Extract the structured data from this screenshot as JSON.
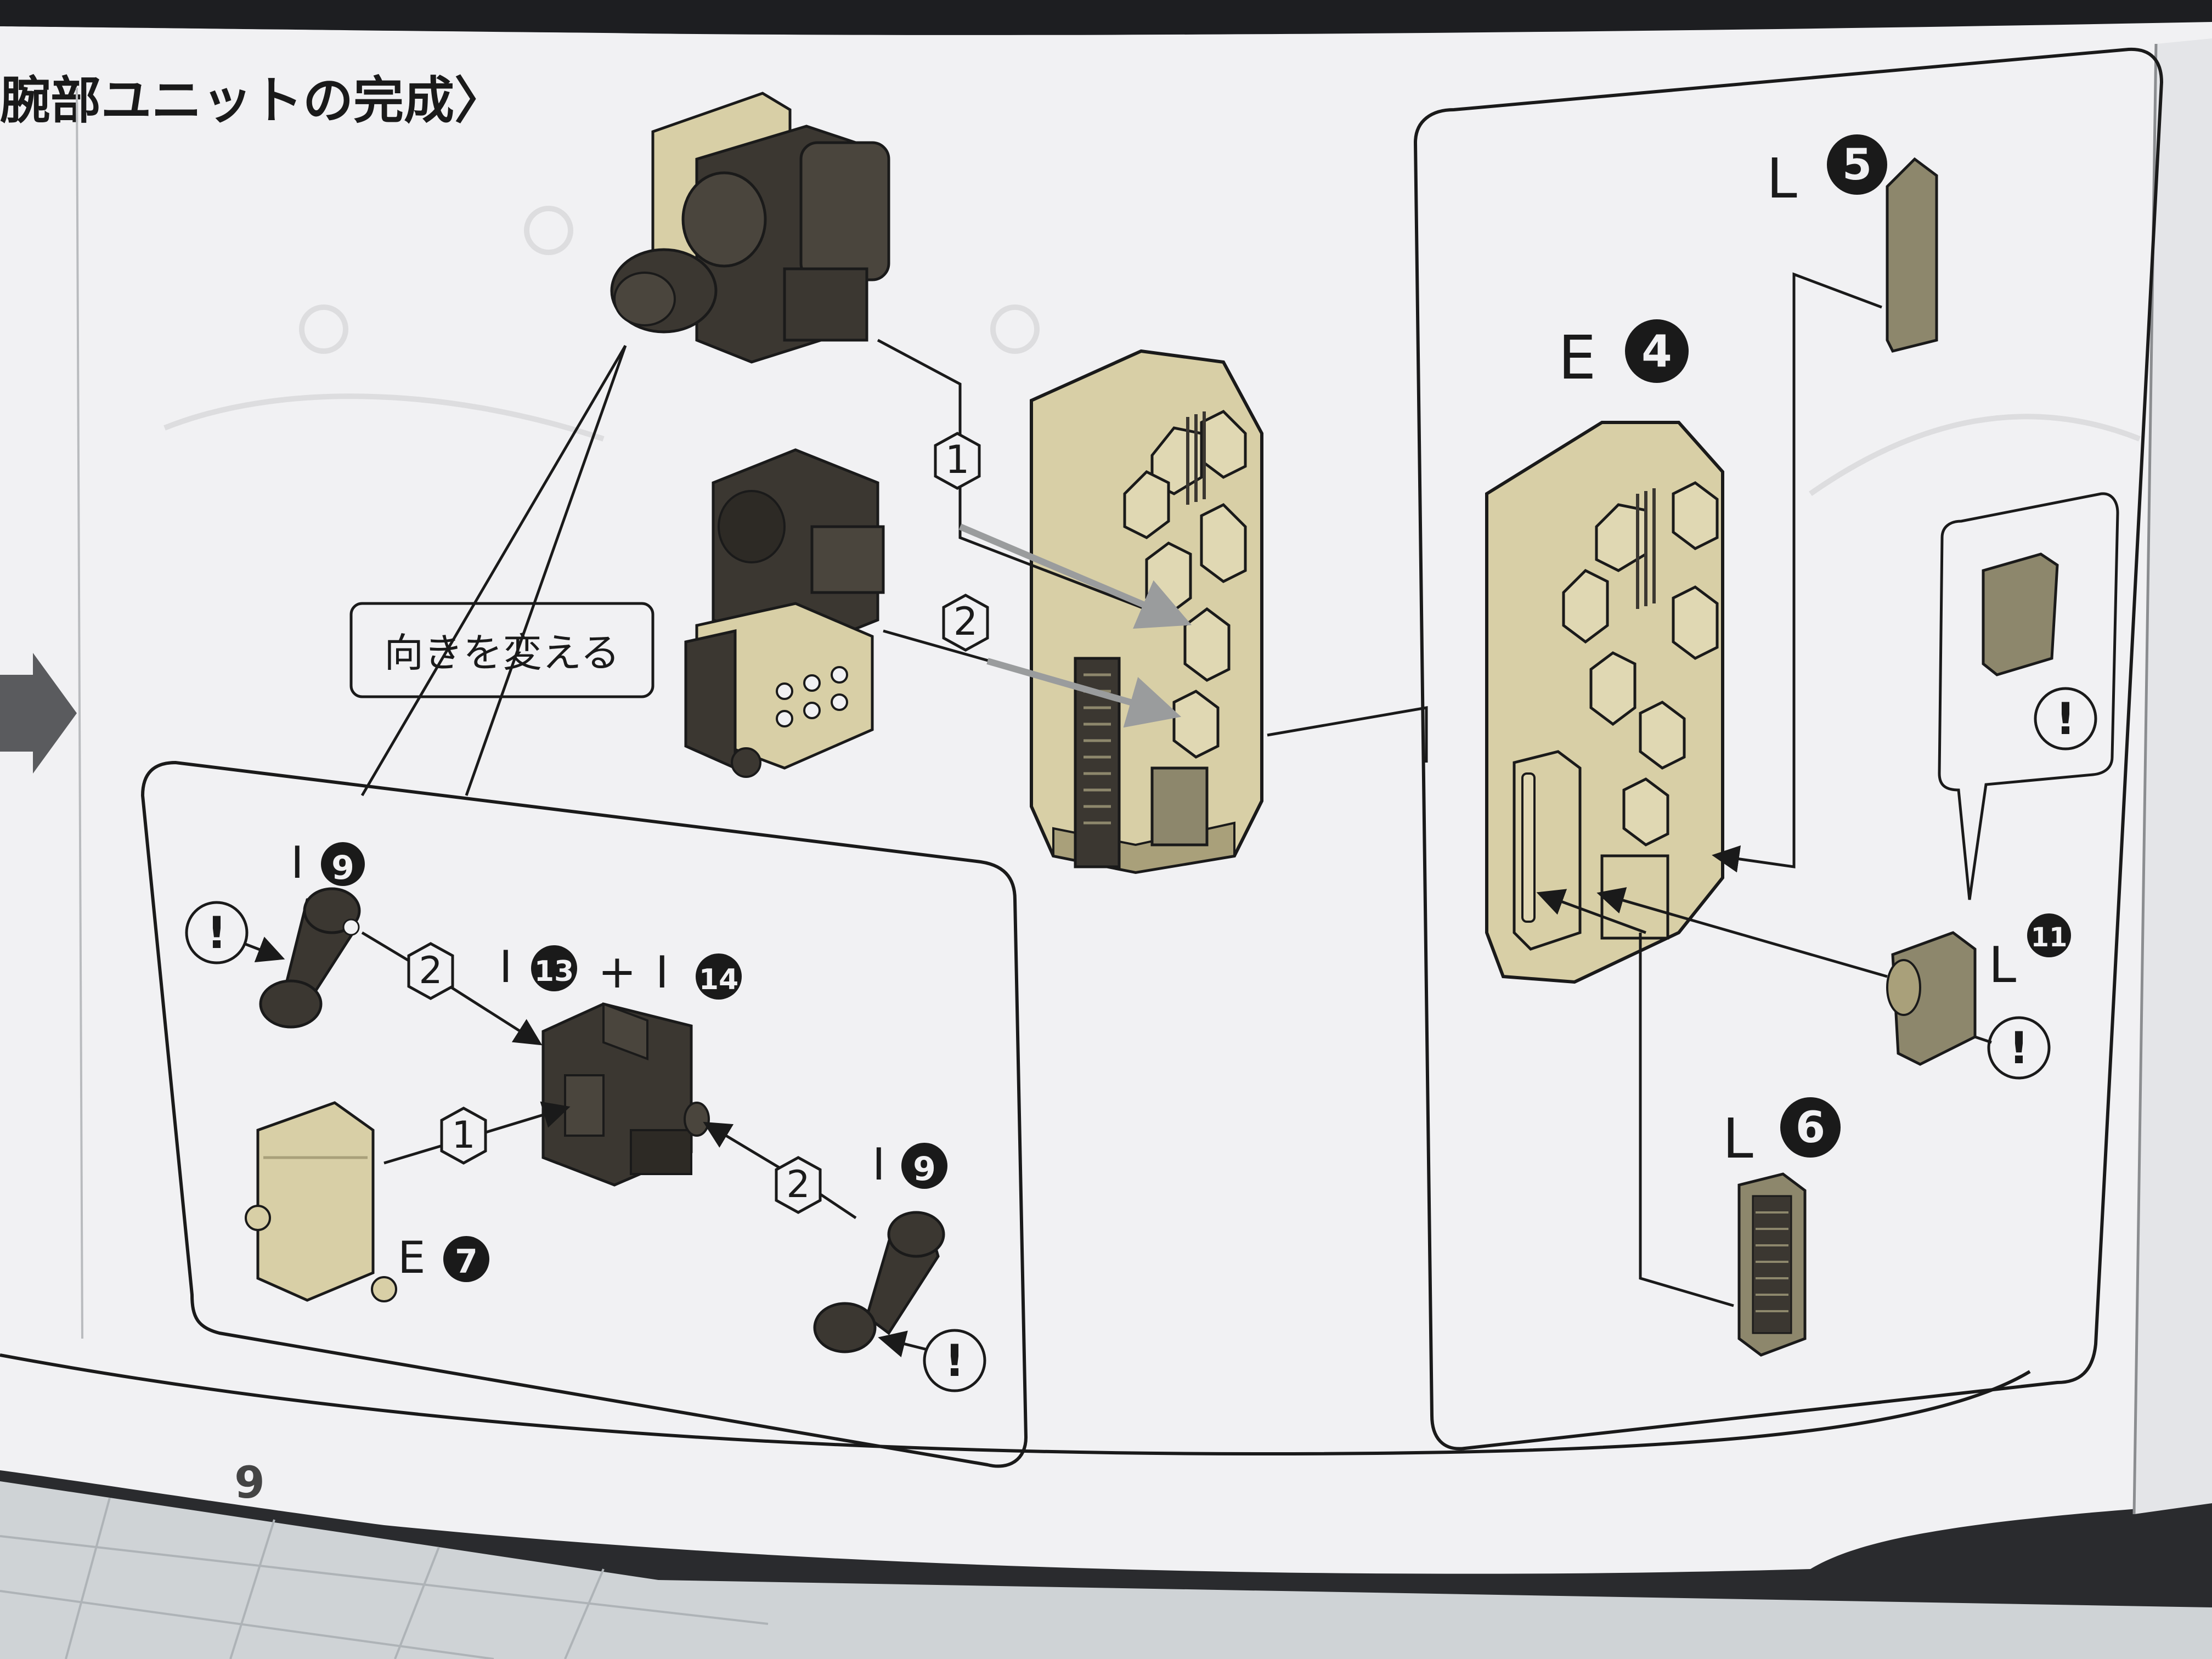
{
  "page": {
    "section_title": "腕部ユニットの完成〉",
    "page_number": "9",
    "callout_text": "向きを変える"
  },
  "steps": {
    "s1": "1",
    "s2": "2"
  },
  "parts": {
    "e4": {
      "letter": "E",
      "num": "4"
    },
    "l5": {
      "letter": "L",
      "num": "5"
    },
    "l6": {
      "letter": "L",
      "num": "6"
    },
    "l11": {
      "letter": "L",
      "num": "11"
    },
    "e7": {
      "letter": "E",
      "num": "7"
    },
    "i9a": {
      "letter": "I",
      "num": "9"
    },
    "i9b": {
      "letter": "I",
      "num": "9"
    },
    "i13": {
      "letter": "I",
      "num": "13"
    },
    "plus": "+",
    "i14": {
      "letter": "I",
      "num": "14"
    }
  },
  "caution": {
    "mark": "!"
  },
  "colors": {
    "paper": "#f1f1f3",
    "ink": "#1a1a1a",
    "tan": "#d8cfa6",
    "tan_dark": "#a9a07a",
    "brown": "#3b3731",
    "khaki": "#8d876c",
    "arrow_gray": "#9a9c9d",
    "desk": "#2a2b2e"
  }
}
